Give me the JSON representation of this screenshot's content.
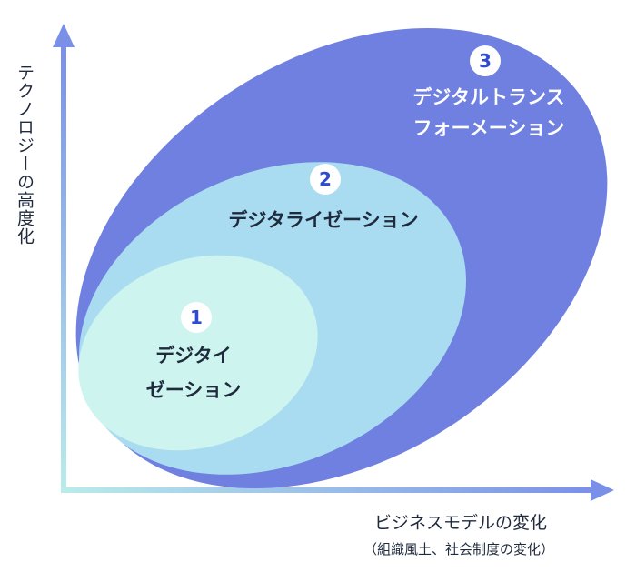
{
  "colors": {
    "axis": "#7a93e6",
    "stage3_fill": "#6f7fe0",
    "stage2_fill": "#a9dcf0",
    "stage1_fill": "#cdf3ee",
    "badge_text": "#2f4bd1"
  },
  "y_axis": {
    "label": "テクノロジーの高度化"
  },
  "x_axis": {
    "label": "ビジネスモデルの変化",
    "sublabel": "（組織風土、社会制度の変化）"
  },
  "stages": [
    {
      "number": "1",
      "label_lines": [
        "デジタイ",
        "ゼーション"
      ]
    },
    {
      "number": "2",
      "label_lines": [
        "デジタライゼーション"
      ]
    },
    {
      "number": "3",
      "label_lines": [
        "デジタルトランス",
        "フォーメーション"
      ]
    }
  ]
}
